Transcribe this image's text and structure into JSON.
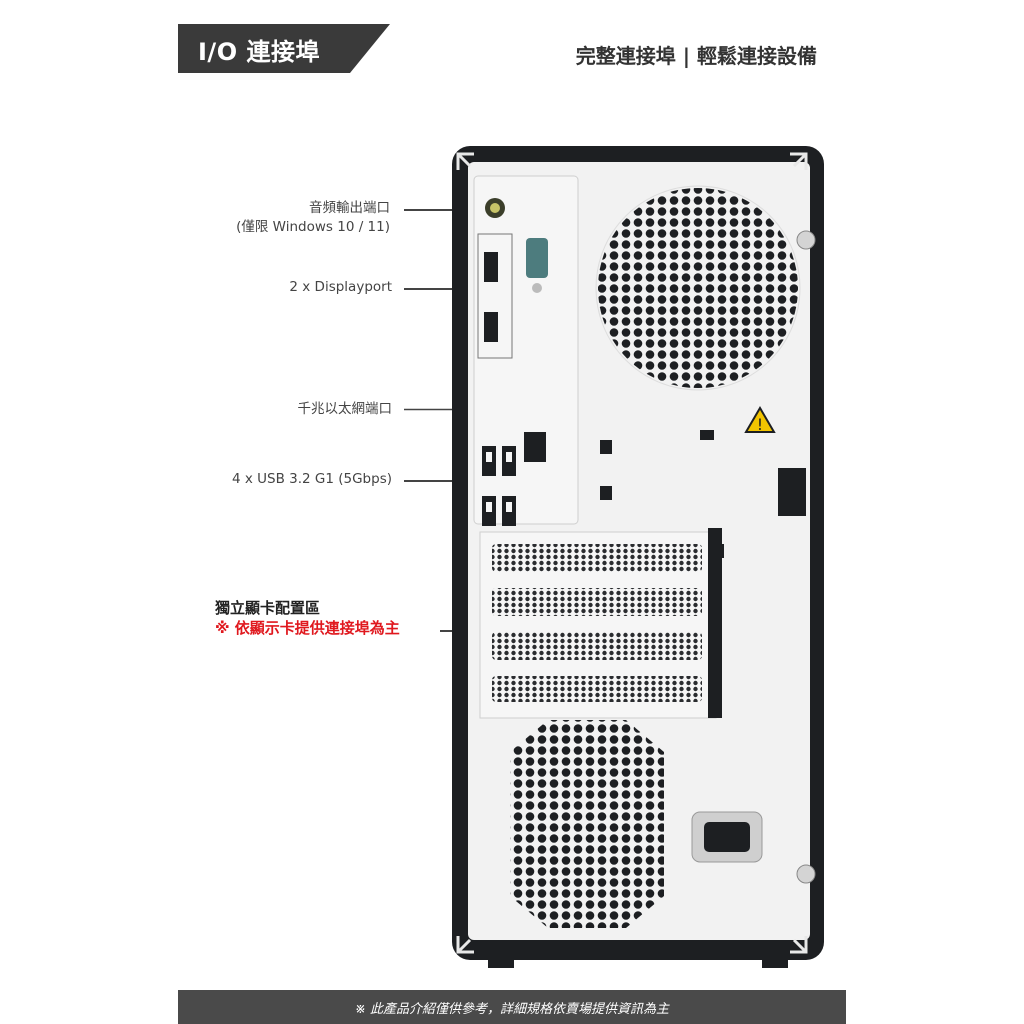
{
  "header": {
    "title": "I/O 連接埠",
    "tagline": "完整連接埠 | 輕鬆連接設備",
    "banner_color": "#3a3a3a"
  },
  "callouts": {
    "audio_line1": "音頻輸出端口",
    "audio_line2": "(僅限 Windows 10 / 11)",
    "displayport": "2 x Displayport",
    "ethernet": "千兆以太網端口",
    "usb": "4 x USB 3.2 G1 (5Gbps)",
    "gpu_line1": "獨立顯卡配置區",
    "gpu_line2": "※ 依顯示卡提供連接埠為主"
  },
  "footer": {
    "note": "※ 此產品介紹僅供參考，詳細規格依賣場提供資訊為主"
  },
  "colors": {
    "accent_red": "#e0181e",
    "chassis_black": "#1d1f22",
    "panel_white": "#f2f2f2"
  }
}
